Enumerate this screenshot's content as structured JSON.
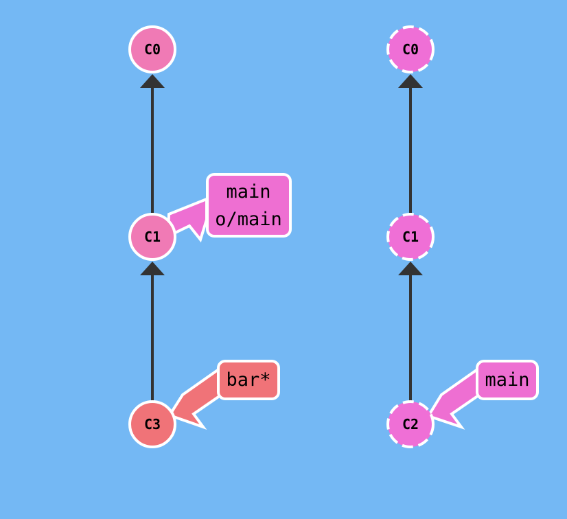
{
  "colors": {
    "background": "#74b8f4",
    "edge": "#333333",
    "stroke": "#ffffff",
    "commit_pink": "#f07ab5",
    "commit_magenta": "#ef6fd6",
    "commit_red": "#f07378",
    "branch_pink": "#ee6fd2",
    "branch_red": "#f07378"
  },
  "local": {
    "commits": [
      {
        "id": "C0",
        "color": "commit_pink"
      },
      {
        "id": "C1",
        "color": "commit_pink"
      },
      {
        "id": "C3",
        "color": "commit_red"
      }
    ],
    "branches": [
      {
        "lines": [
          "main",
          "o/main"
        ],
        "target": "C1",
        "color": "branch_pink"
      },
      {
        "lines": [
          "bar*"
        ],
        "target": "C3",
        "color": "branch_red"
      }
    ]
  },
  "remote": {
    "commits": [
      {
        "id": "C0",
        "color": "commit_magenta"
      },
      {
        "id": "C1",
        "color": "commit_magenta"
      },
      {
        "id": "C2",
        "color": "commit_magenta"
      }
    ],
    "branches": [
      {
        "lines": [
          "main"
        ],
        "target": "C2",
        "color": "branch_pink"
      }
    ]
  }
}
